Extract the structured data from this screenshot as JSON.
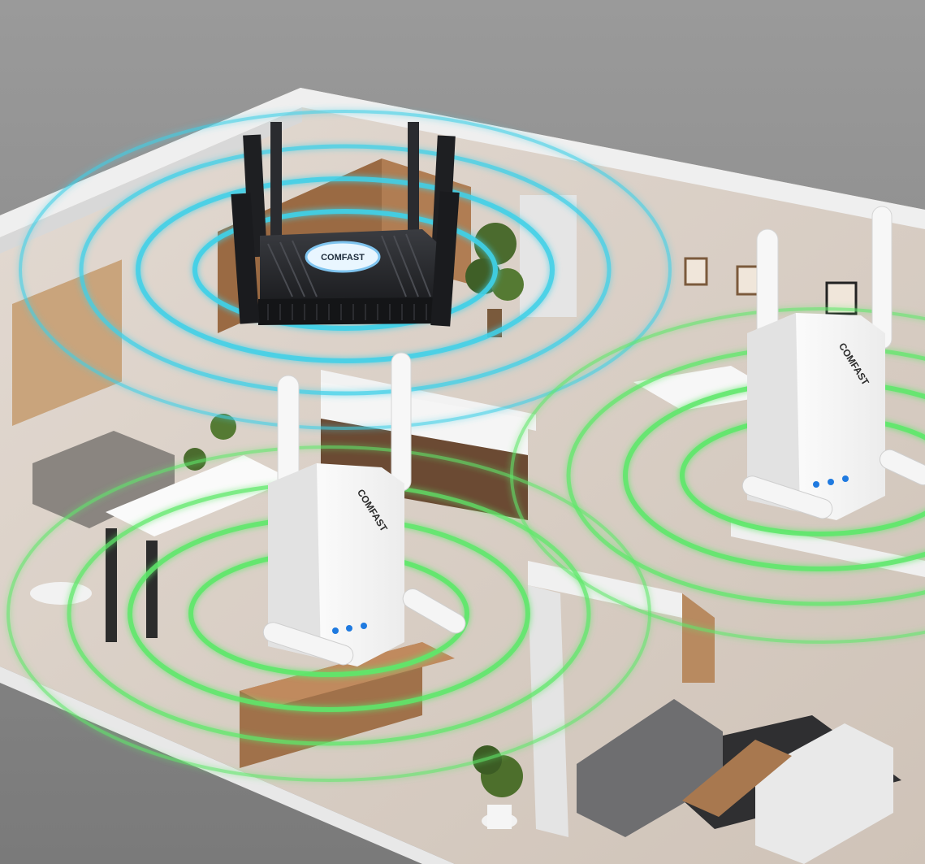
{
  "scene": {
    "router": {
      "brand": "COMFAST"
    },
    "extender_left": {
      "brand": "COMFAST"
    },
    "extender_right": {
      "brand": "COMFAST"
    }
  },
  "colors": {
    "background": "#8c8c8c",
    "floor": "#d9cfc6",
    "wall_top": "#efefef",
    "wood": "#9a6a43",
    "router_body": "#2a2c30",
    "extender_body": "#f4f4f4",
    "router_signal": "#3fd0e8",
    "extender_signal": "#5ee86a",
    "led_blue": "#1f7ae0"
  }
}
